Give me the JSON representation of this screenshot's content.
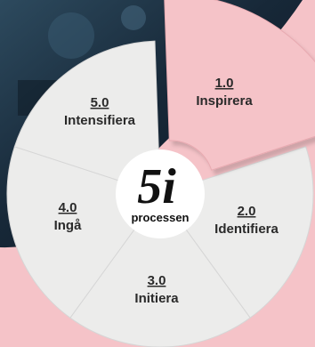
{
  "diagram": {
    "center": {
      "mark": "5i",
      "caption": "processen"
    },
    "segments": [
      {
        "number": "1.0",
        "label": "Inspirera"
      },
      {
        "number": "2.0",
        "label": "Identifiera"
      },
      {
        "number": "3.0",
        "label": "Initiera"
      },
      {
        "number": "4.0",
        "label": "Ingå"
      },
      {
        "number": "5.0",
        "label": "Intensifiera"
      }
    ]
  },
  "colors": {
    "background": "#f5c3c8",
    "photo_dark": "#172838",
    "segment_active": "#f5c3c8",
    "segment_inactive": "#ececeb",
    "segment_border": "#d6d6d6",
    "center_circle": "#ffffff",
    "text": "#2a2a2a"
  }
}
